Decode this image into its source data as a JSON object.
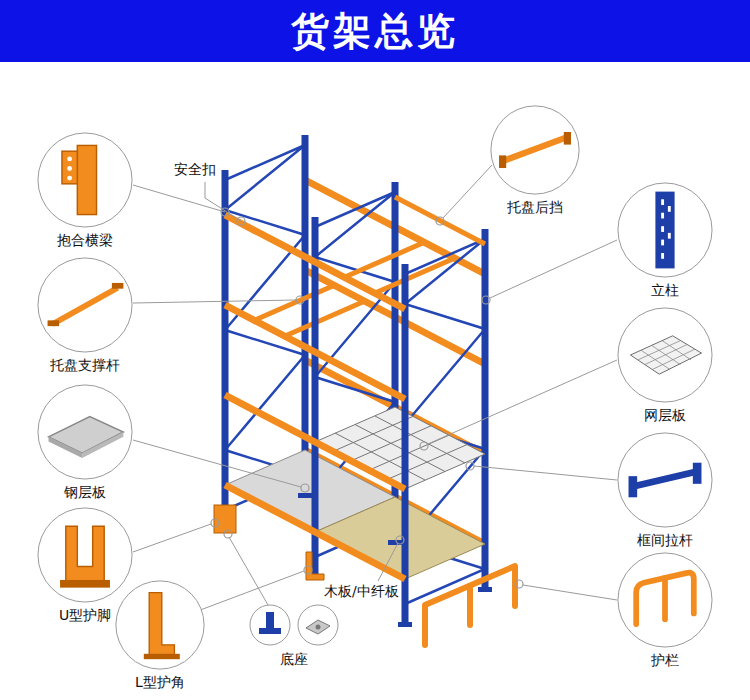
{
  "diagram": {
    "title": "货架总览",
    "nodes": [
      {
        "text": [
          "托盘后挡"
        ]
      },
      {
        "text": [
          "抱合横梁"
        ]
      },
      {
        "text": [
          "立柱"
        ]
      },
      {
        "text": [
          "托盘支撑杆"
        ]
      },
      {
        "text": [
          "网层板"
        ]
      },
      {
        "text": [
          "钢层板"
        ]
      },
      {
        "text": [
          "框间拉杆"
        ]
      },
      {
        "text": [
          "U型护脚"
        ]
      },
      {
        "text": [
          "护栏"
        ]
      },
      {
        "text": [
          "L型护角"
        ]
      }
    ],
    "labels": [
      "安全扣",
      "木板/中纤板",
      "底座"
    ]
  }
}
